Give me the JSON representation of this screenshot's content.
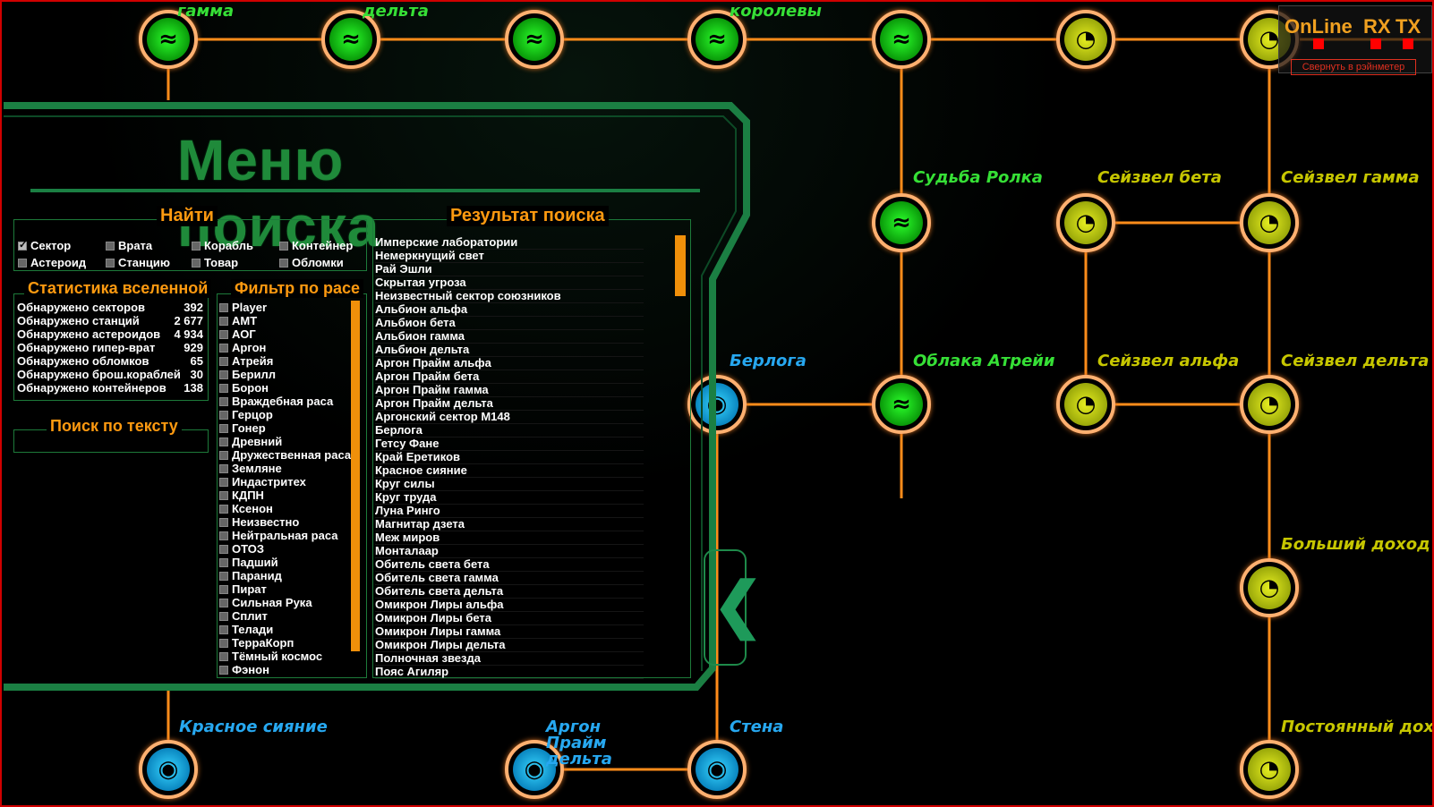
{
  "search_menu": {
    "title": "Меню поиска",
    "find": {
      "header": "Найти",
      "options": [
        {
          "label": "Сектор",
          "checked": true
        },
        {
          "label": "Врата",
          "checked": false
        },
        {
          "label": "Корабль",
          "checked": false
        },
        {
          "label": "Контейнер",
          "checked": false
        },
        {
          "label": "Астероид",
          "checked": false
        },
        {
          "label": "Станцию",
          "checked": false
        },
        {
          "label": "Товар",
          "checked": false
        },
        {
          "label": "Обломки",
          "checked": false
        }
      ]
    },
    "universe_stats": {
      "header": "Статистика вселенной",
      "rows": [
        {
          "label": "Обнаружено секторов",
          "value": "392"
        },
        {
          "label": "Обнаружено станций",
          "value": "2 677"
        },
        {
          "label": "Обнаружено астероидов",
          "value": "4 934"
        },
        {
          "label": "Обнаружено гипер-врат",
          "value": "929"
        },
        {
          "label": "Обнаружено обломков",
          "value": "65"
        },
        {
          "label": "Обнаружено брош.кораблей",
          "value": "30"
        },
        {
          "label": "Обнаружено контейнеров",
          "value": "138"
        }
      ]
    },
    "text_search": {
      "header": "Поиск по тексту",
      "value": ""
    },
    "race_filter": {
      "header": "Фильтр по расе",
      "races": [
        "Player",
        "АМТ",
        "АОГ",
        "Аргон",
        "Атрейя",
        "Берилл",
        "Борон",
        "Враждебная раса",
        "Герцор",
        "Гонер",
        "Древний",
        "Дружественная раса",
        "Земляне",
        "Индастритех",
        "КДПН",
        "Ксенон",
        "Неизвестно",
        "Нейтральная раса",
        "ОТОЗ",
        "Падший",
        "Паранид",
        "Пират",
        "Сильная Рука",
        "Сплит",
        "Телади",
        "ТерраКорп",
        "Тёмный космос",
        "Фэнон"
      ]
    },
    "results": {
      "header": "Результат поиска",
      "items": [
        "Имперские лаборатории",
        "Немеркнущий свет",
        "Рай Эшли",
        "Скрытая угроза",
        "Неизвестный сектор союзников",
        "Альбион альфа",
        "Альбион бета",
        "Альбион гамма",
        "Альбион дельта",
        "Аргон Прайм альфа",
        "Аргон Прайм бета",
        "Аргон Прайм гамма",
        "Аргон Прайм дельта",
        "Аргонский сектор М148",
        "Берлога",
        "Гетсу Фане",
        "Край Еретиков",
        "Красное сияние",
        "Круг силы",
        "Круг труда",
        "Луна Ринго",
        "Магнитар дзета",
        "Меж миров",
        "Монталаар",
        "Обитель света бета",
        "Обитель света гамма",
        "Обитель света дельта",
        "Омикрон Лиры альфа",
        "Омикрон Лиры бета",
        "Омикрон Лиры гамма",
        "Омикрон Лиры дельта",
        "Полночная звезда",
        "Пояс Агиляр"
      ]
    }
  },
  "status_widget": {
    "online": "OnLine",
    "rx": "RX",
    "tx": "TX",
    "collapse_label": "Свернуть в рэйнметер",
    "led_color": "#ff0000"
  },
  "map": {
    "line_color": "#ff8c1a",
    "nodes": [
      {
        "label": "гамма",
        "race": "green",
        "icon": "teladi-icon"
      },
      {
        "label": "дельта",
        "race": "green",
        "icon": "teladi-icon"
      },
      {
        "label": "",
        "race": "green",
        "icon": "teladi-icon"
      },
      {
        "label": "королевы",
        "race": "green",
        "icon": "teladi-icon"
      },
      {
        "label": "",
        "race": "green",
        "icon": "teladi-icon"
      },
      {
        "label": "",
        "race": "yellow",
        "icon": "boron-icon"
      },
      {
        "label": "",
        "race": "yellow",
        "icon": "boron-icon"
      },
      {
        "label": "Судьба Ролка",
        "race": "green",
        "icon": "teladi-icon"
      },
      {
        "label": "Сейзвел бета",
        "race": "yellow",
        "icon": "boron-icon"
      },
      {
        "label": "Сейзвел гамма",
        "race": "yellow",
        "icon": "boron-icon"
      },
      {
        "label": "Берлога",
        "race": "blue",
        "icon": "argon-icon"
      },
      {
        "label": "Облака Атрейи",
        "race": "green",
        "icon": "teladi-icon"
      },
      {
        "label": "Сейзвел альфа",
        "race": "yellow",
        "icon": "boron-icon"
      },
      {
        "label": "Сейзвел дельта",
        "race": "yellow",
        "icon": "boron-icon"
      },
      {
        "label": "Больший доход",
        "race": "yellow",
        "icon": "boron-icon"
      },
      {
        "label": "Красное сияние",
        "race": "blue",
        "icon": "argon-icon"
      },
      {
        "label": "Аргон Прайм дельта",
        "race": "blue",
        "icon": "argon-icon"
      },
      {
        "label": "Стена",
        "race": "blue",
        "icon": "argon-icon"
      },
      {
        "label": "Постоянный доход",
        "race": "yellow",
        "icon": "boron-icon"
      }
    ]
  }
}
